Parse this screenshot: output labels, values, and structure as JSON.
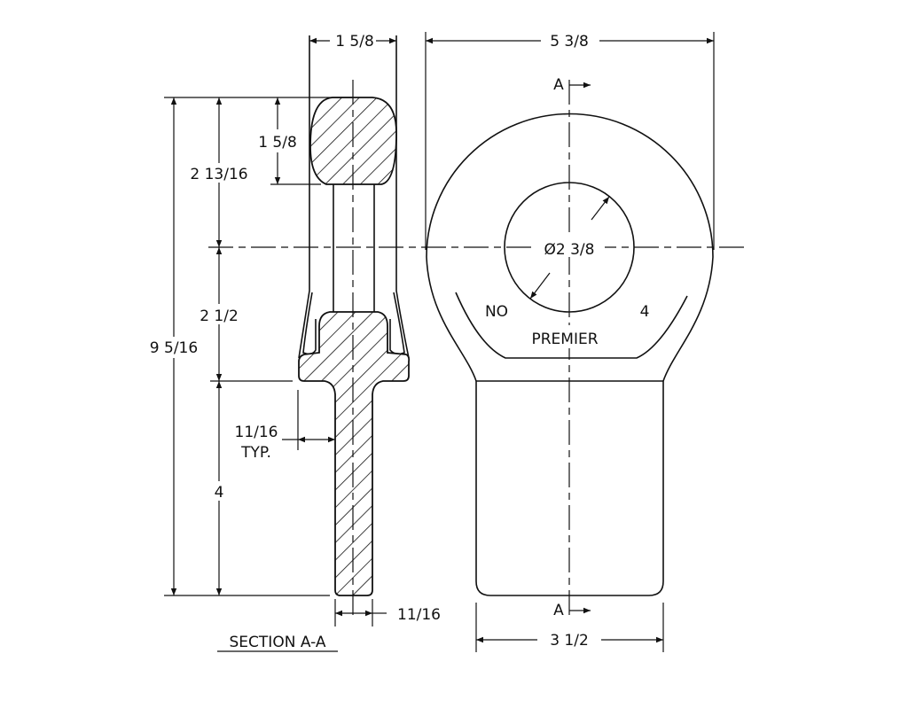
{
  "section_view": {
    "title": "SECTION A-A",
    "dims": {
      "top_width": "1 5/8",
      "ball_height": "1 5/8",
      "upper_height": "2 13/16",
      "middle_height": "2 1/2",
      "overall_height": "9 5/16",
      "stem_length": "4",
      "shoulder": "11/16",
      "shoulder_note": "TYP.",
      "stem_width": "11/16"
    }
  },
  "front_view": {
    "dims": {
      "overall_width": "5 3/8",
      "hole_diameter": "Ø2 3/8",
      "shank_width": "3 1/2"
    },
    "marking": {
      "left": "NO",
      "right": "4",
      "brand": "PREMIER"
    },
    "section_marker_top": "A",
    "section_marker_bottom": "A"
  }
}
